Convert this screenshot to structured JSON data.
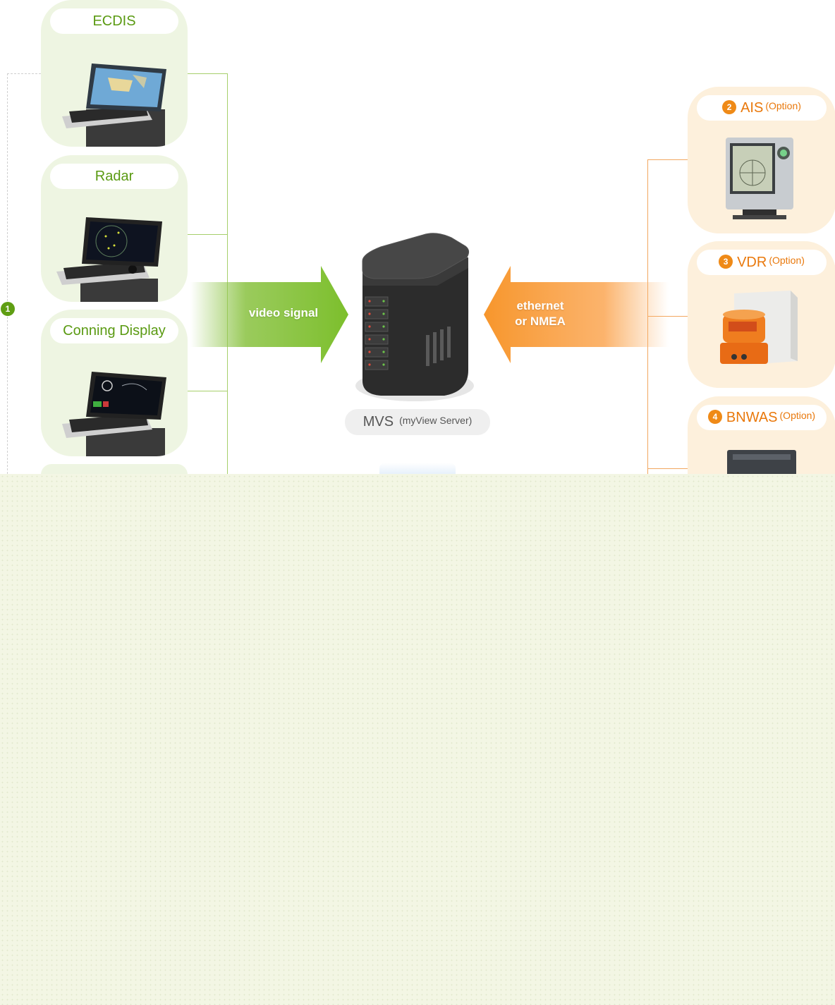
{
  "left_devices": [
    {
      "title": "ECDIS"
    },
    {
      "title": "Radar"
    },
    {
      "title": "Conning Display"
    }
  ],
  "right_devices": [
    {
      "badge": "2",
      "title": "AIS",
      "option": "(Option)"
    },
    {
      "badge": "3",
      "title": "VDR",
      "option": "(Option)"
    },
    {
      "badge": "4",
      "title": "BNWAS",
      "option": "(Option)"
    }
  ],
  "left_group_badge": "1",
  "arrows": {
    "left_label": "video signal",
    "right_label_line1": "ethernet",
    "right_label_line2": "or NMEA"
  },
  "server": {
    "name": "MVS",
    "subtitle": "(myView Server)"
  },
  "colors": {
    "green_accent": "#5f9e13",
    "orange_accent": "#ef8a17",
    "green_card": "#eef5e2",
    "orange_card": "#fdf0dc"
  }
}
